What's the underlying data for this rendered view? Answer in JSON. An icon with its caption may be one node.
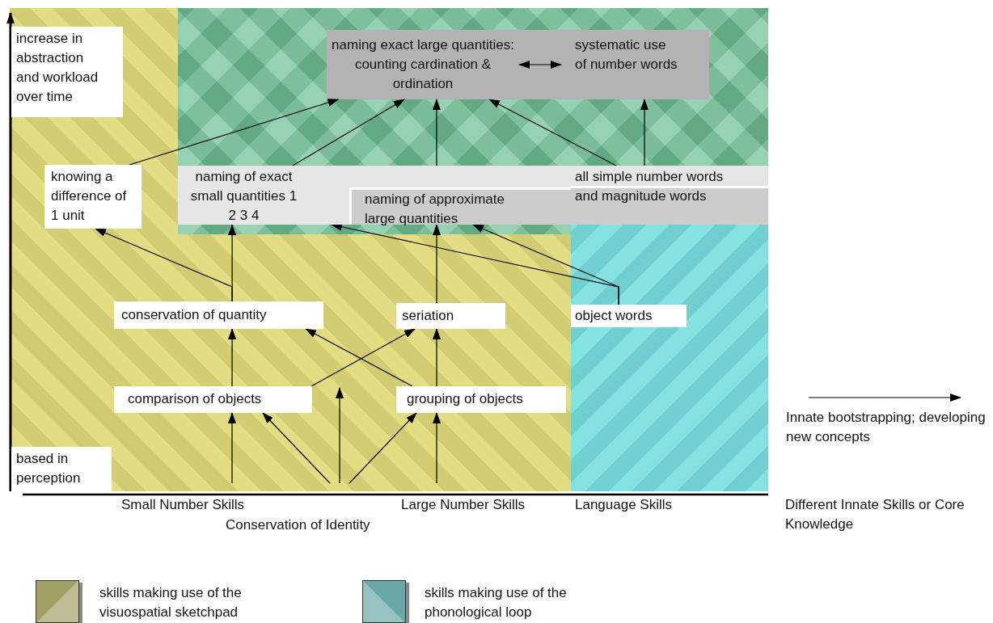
{
  "diagram": {
    "nodes": [
      {
        "text": [
          "naming exact large quantities: counting cardination & ordination"
        ]
      },
      {
        "text": [
          "systematic use of number words"
        ]
      },
      {
        "text": [
          "knowing a difference of 1 unit"
        ]
      },
      {
        "text": [
          "naming of exact small quantities 1 2 3 4"
        ]
      },
      {
        "text": [
          "naming of approximate large quantities"
        ],
        "in": 3
      },
      {
        "text": [
          "all simple number words and magnitude words"
        ]
      },
      {
        "text": [
          "conservation of quantity"
        ]
      },
      {
        "text": [
          "seriation"
        ]
      },
      {
        "text": [
          "object words"
        ]
      },
      {
        "text": [
          "comparison of objects"
        ]
      },
      {
        "text": [
          "grouping of objects"
        ]
      }
    ],
    "edges": [
      {
        "from": 0,
        "to": 1,
        "arrow": "both"
      },
      {
        "from": 2,
        "to": 0,
        "arrow": "to"
      },
      {
        "from": 3,
        "to": 0,
        "arrow": "to"
      },
      {
        "from": 4,
        "to": 0,
        "arrow": "to"
      },
      {
        "from": 5,
        "to": 0,
        "arrow": "to"
      },
      {
        "from": 5,
        "to": 1,
        "arrow": "to"
      },
      {
        "from": 6,
        "to": 2,
        "arrow": "to"
      },
      {
        "from": 6,
        "to": 3,
        "arrow": "to"
      },
      {
        "from": 8,
        "to": 3,
        "arrow": "to"
      },
      {
        "from": 7,
        "to": 4,
        "arrow": "to"
      },
      {
        "from": 8,
        "to": 4,
        "arrow": "to"
      },
      {
        "from": 9,
        "to": 6,
        "arrow": "to"
      },
      {
        "from": 10,
        "to": 6,
        "arrow": "to"
      },
      {
        "from": 9,
        "to": 7,
        "arrow": "to"
      },
      {
        "from": 10,
        "to": 7,
        "arrow": "to"
      },
      {
        "from": null,
        "to": 9,
        "arrow": "to"
      },
      {
        "from": null,
        "to": 9,
        "arrow": "to"
      },
      {
        "from": null,
        "to": 10,
        "arrow": "to"
      },
      {
        "from": null,
        "to": 10,
        "arrow": "to"
      }
    ],
    "labels": [
      "increase in abstraction and workload over time",
      "based in perception",
      "Small Number Skills",
      "Large Number Skills",
      "Language Skills",
      "Different Innate Skills or Core Knowledge",
      "Conservation of Identity"
    ],
    "legend": [
      {
        "text": "Innate bootstrapping; developing new concepts"
      },
      {
        "text": "skills making use of the visuospatial sketchpad",
        "color": "#a3a066"
      },
      {
        "text": "skills making use of the phonological loop",
        "color": "#68a8a6"
      }
    ]
  }
}
